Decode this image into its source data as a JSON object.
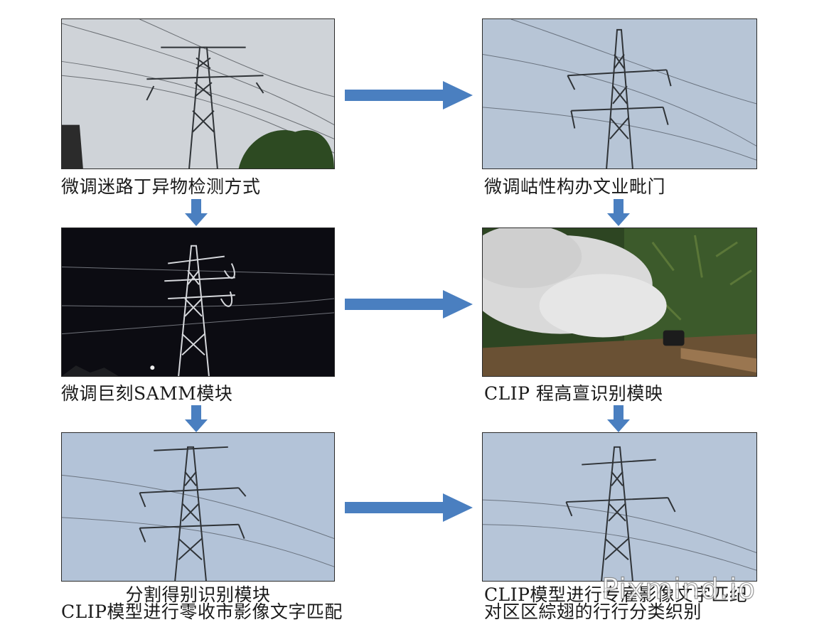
{
  "captions": {
    "tl": "微调迷路丁异物检测方式",
    "tr": "微调岵性构办文业毗门",
    "ml": "微调巨刻SAMM模块",
    "mr": "CLIP 程高亶识别模映",
    "bl_line1": "分割得别识别模块",
    "bl_line2": "CLIP模型进行零收市影像文字匹配",
    "br_line1": "CLIP模型进行专雇影像文字匹纪",
    "br_line2": "对区区綜翅的行行分类织别"
  },
  "watermark": "Pixmind.io",
  "colors": {
    "arrow": "#4a7fc0",
    "sky_grey": "#cdd2d8",
    "sky_blue": "#b3c3d8",
    "night": "#0c0c12",
    "tower": "#2f3337"
  }
}
